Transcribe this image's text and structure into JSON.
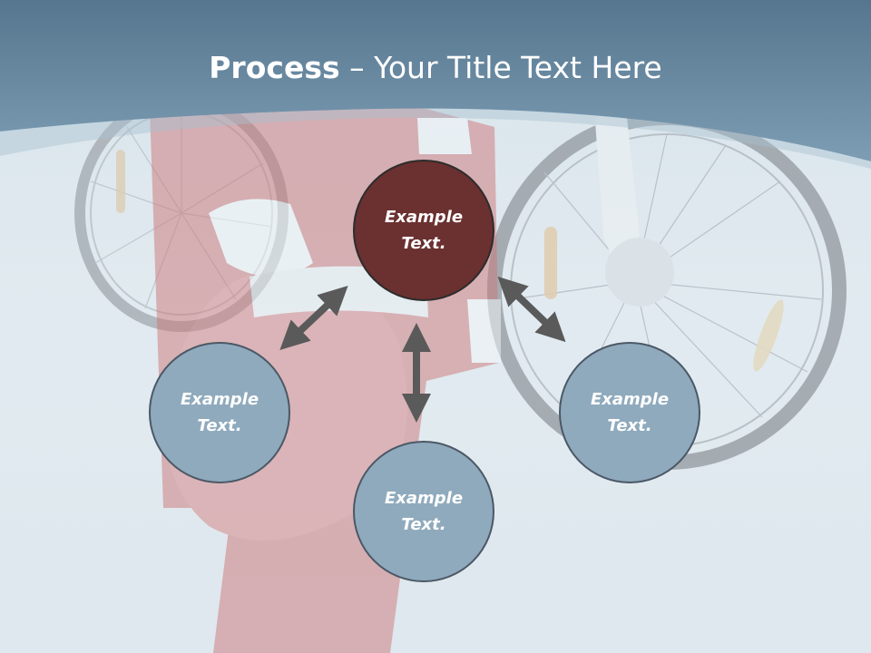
{
  "slide": {
    "title_bold": "Process",
    "title_rest": " – Your Title Text Here"
  },
  "diagram": {
    "center": {
      "line1": "Example",
      "line2": "Text."
    },
    "nodes": [
      {
        "line1": "Example",
        "line2": "Text."
      },
      {
        "line1": "Example",
        "line2": "Text."
      },
      {
        "line1": "Example",
        "line2": "Text."
      }
    ]
  },
  "colors": {
    "header": "#6f95b0",
    "hub": "#6b3030",
    "node": "#8faabd",
    "arrow": "#5a5a5a"
  },
  "background_image": "santa-with-bicycle-photo"
}
